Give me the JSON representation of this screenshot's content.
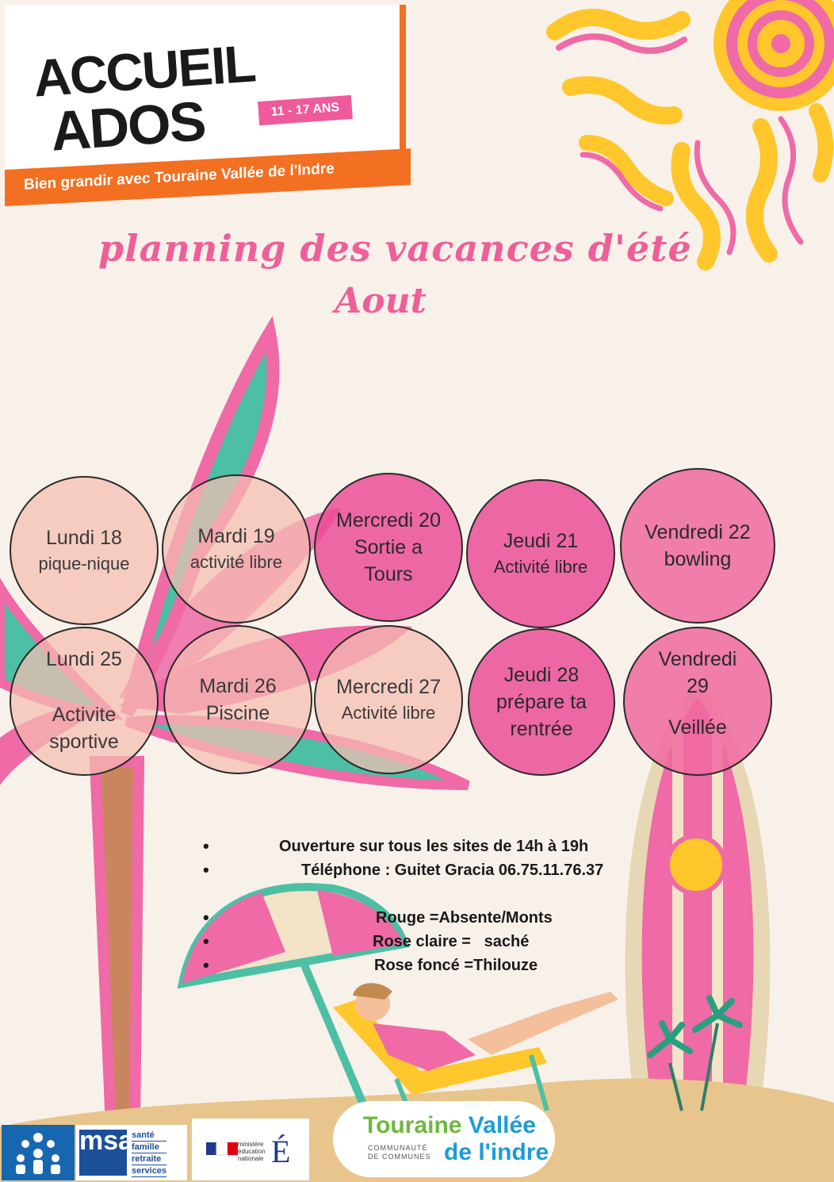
{
  "logo": {
    "word_top": "ACCUEIL",
    "word_bottom": "ADOS",
    "age_badge": "11 - 17 ANS",
    "tagline": "Bien grandir avec Touraine Vallée de l'Indre"
  },
  "title": "planning des vacances d'été",
  "subtitle": "Aout",
  "days": [
    {
      "day": "Lundi 18",
      "activity": "pique-nique"
    },
    {
      "day": "Mardi 19",
      "activity": "activité libre"
    },
    {
      "day": "Mercredi 20",
      "activity": "Sortie a Tours"
    },
    {
      "day": "Jeudi 21",
      "activity": "Activité libre"
    },
    {
      "day": "Vendredi 22",
      "activity": "bowling"
    },
    {
      "day": "Lundi 25",
      "activity": "Activite sportive"
    },
    {
      "day": "Mardi 26",
      "activity": "Piscine"
    },
    {
      "day": "Mercredi 27",
      "activity": "Activité libre"
    },
    {
      "day": "Jeudi 28",
      "activity": "prépare ta rentrée"
    },
    {
      "day": "Vendredi 29",
      "activity": "Veillée"
    }
  ],
  "info": {
    "opening": "Ouverture sur tous les sites de 14h à 19h",
    "phone": "Téléphone : Guitet Gracia 06.75.11.76.37",
    "legend_red": "Rouge =Absente/Monts",
    "legend_light": "Rose claire =   saché",
    "legend_dark": "Rose foncé =Thilouze"
  },
  "footer": {
    "msa_mark": "msa",
    "msa_lines": [
      "santé",
      "famille",
      "retraite",
      "services"
    ],
    "ministry_lines": [
      "ministère",
      "éducation",
      "nationale"
    ],
    "ministry_letter": "É",
    "tvi_word1": "Touraine",
    "tvi_word2": "Vallée",
    "tvi_word3": "de l'indre",
    "tvi_small": [
      "COMMUNAUTÉ",
      "DE COMMUNES"
    ]
  },
  "colors": {
    "pink": "#ee5f98",
    "orange": "#f36f21",
    "teal": "#4dbfa4",
    "yellow": "#ffc72c",
    "light_circle": "#f5beb2",
    "dark_circle": "#ec4896"
  }
}
